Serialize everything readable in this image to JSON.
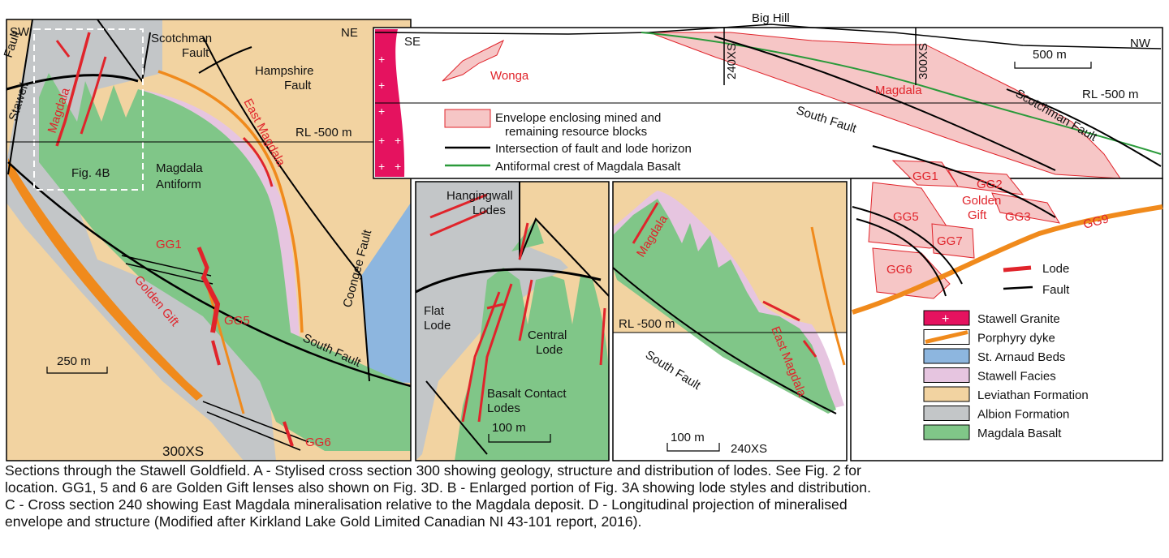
{
  "colors": {
    "leviathan": "#f2d3a1",
    "albion": "#c3c6c8",
    "magdala_basalt": "#80c688",
    "stawell_facies": "#e6c5e0",
    "st_arnaud": "#8db6df",
    "granite": "#e5125f",
    "lode": "#e0242b",
    "porphyry": "#f08a1c",
    "envelope": "#f6c6c6",
    "antiform_crest": "#2a9a3a"
  },
  "panel_a": {
    "sw": "SW",
    "ne": "NE",
    "stawell_fault_1": "Fault",
    "stawell_fault_2": "Stawell",
    "scotchman_1": "Scotchman",
    "scotchman_2": "Fault",
    "hampshire_1": "Hampshire",
    "hampshire_2": "Fault",
    "magdala": "Magdala",
    "east_magdala": "East Magdala",
    "rl": "RL -500 m",
    "fig4b": "Fig. 4B",
    "antiform_1": "Magdala",
    "antiform_2": "Antiform",
    "gg1": "GG1",
    "gg5": "GG5",
    "gg6": "GG6",
    "golden_gift": "Golden Gift",
    "coongee": "Coongee Fault",
    "south_fault": "South Fault",
    "scale": "250 m",
    "section": "300XS"
  },
  "panel_b": {
    "hanging_1": "Hangingwall",
    "hanging_2": "Lodes",
    "flat_1": "Flat",
    "flat_2": "Lode",
    "central_1": "Central",
    "central_2": "Lode",
    "basalt_1": "Basalt Contact",
    "basalt_2": "Lodes",
    "scale": "100 m"
  },
  "panel_c": {
    "magdala": "Magdala",
    "rl": "RL -500 m",
    "south_fault": "South Fault",
    "east_magdala": "East Magdala",
    "scale": "100 m",
    "section": "240XS"
  },
  "panel_d": {
    "big_hill": "Big Hill",
    "se": "SE",
    "nw": "NW",
    "xs240": "240XS",
    "xs300": "300XS",
    "scale": "500 m",
    "wonga": "Wonga",
    "magdala": "Magdala",
    "rl": "RL -500 m",
    "south_fault": "South Fault",
    "scotchman_fault": "Scotchman Fault",
    "gg1": "GG1",
    "gg2": "GG2",
    "gg3": "GG3",
    "gg5": "GG5",
    "gg6": "GG6",
    "gg7": "GG7",
    "gg9": "GG9",
    "golden_1": "Golden",
    "golden_2": "Gift",
    "key_envelope_1": "Envelope enclosing mined and",
    "key_envelope_2": "remaining resource blocks",
    "key_intersection": "Intersection of fault and lode horizon",
    "key_crest": "Antiformal crest of Magdala Basalt",
    "lode": "Lode",
    "fault": "Fault"
  },
  "legend": [
    {
      "label": "Stawell Granite",
      "color": "#e5125f"
    },
    {
      "label": "Porphyry dyke",
      "color": "#f08a1c"
    },
    {
      "label": "St. Arnaud Beds",
      "color": "#8db6df"
    },
    {
      "label": "Stawell Facies",
      "color": "#e6c5e0"
    },
    {
      "label": "Leviathan Formation",
      "color": "#f2d3a1"
    },
    {
      "label": "Albion Formation",
      "color": "#c3c6c8"
    },
    {
      "label": "Magdala Basalt",
      "color": "#80c688"
    }
  ],
  "caption": [
    "Sections through the Stawell Goldfield. A - Stylised cross section 300 showing geology, structure and distribution of lodes. See Fig. 2 for",
    "location. GG1, 5 and 6 are Golden Gift lenses also shown on Fig. 3D. B - Enlarged portion of Fig. 3A showing lode styles and distribution.",
    "C - Cross section 240 showing East Magdala mineralisation relative to the Magdala deposit. D - Longitudinal projection of mineralised",
    "envelope and structure (Modified after Kirkland Lake Gold Limited Canadian NI 43-101 report, 2016)."
  ]
}
